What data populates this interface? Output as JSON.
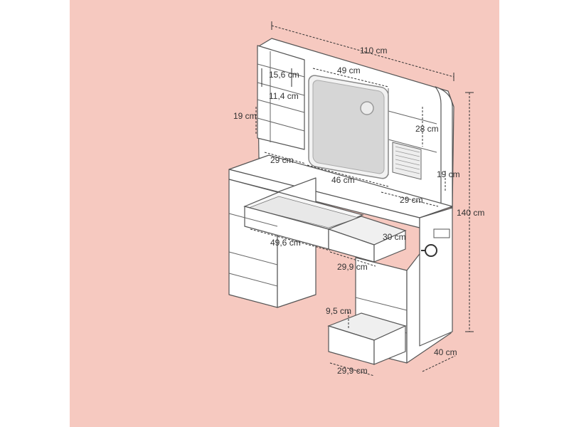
{
  "background": {
    "page": "#ffffff",
    "panel": "#f6c9c0"
  },
  "colors": {
    "furniture": "#ffffff",
    "line": "#555555",
    "mirror": "#d6d6d6",
    "dimension": "#333333"
  },
  "dimensions": {
    "overall_width": "110 cm",
    "mirror_width": "49 cm",
    "shelf_15": "15,6 cm",
    "shelf_11": "11,4 cm",
    "left_cubby": "19 cm",
    "right_shelf": "28 cm",
    "left_top_shelf": "29 cm",
    "center_shelf": "46 cm",
    "right_cubby": "19 cm",
    "right_top_shelf": "29 cm",
    "total_height": "140 cm",
    "drawer_depth": "30 cm",
    "center_drawer_width": "49,6 cm",
    "right_drawer_width": "29,9 cm",
    "drawer_height": "9,5 cm",
    "bottom_drawer_width": "29,9 cm",
    "depth": "40 cm"
  }
}
